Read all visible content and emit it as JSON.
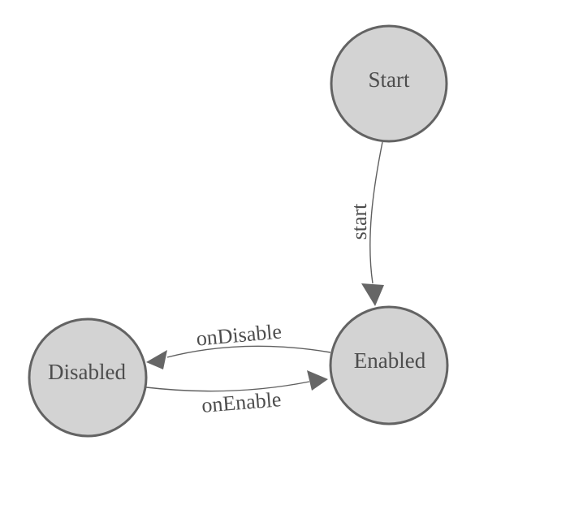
{
  "diagram": {
    "type": "state-machine",
    "background_color": "#ffffff",
    "node_fill_color": "#d3d3d3",
    "node_stroke_color": "#636363",
    "edge_line_color": "#5f5f5f",
    "arrowhead_color": "#666666",
    "label_color": "#4d4d4d",
    "nodes": [
      {
        "id": "start",
        "label": "Start"
      },
      {
        "id": "enabled",
        "label": "Enabled"
      },
      {
        "id": "disabled",
        "label": "Disabled"
      }
    ],
    "edges": [
      {
        "from": "Start",
        "to": "Enabled",
        "label": "start"
      },
      {
        "from": "Enabled",
        "to": "Disabled",
        "label": "onDisable"
      },
      {
        "from": "Disabled",
        "to": "Enabled",
        "label": "onEnable"
      }
    ]
  }
}
